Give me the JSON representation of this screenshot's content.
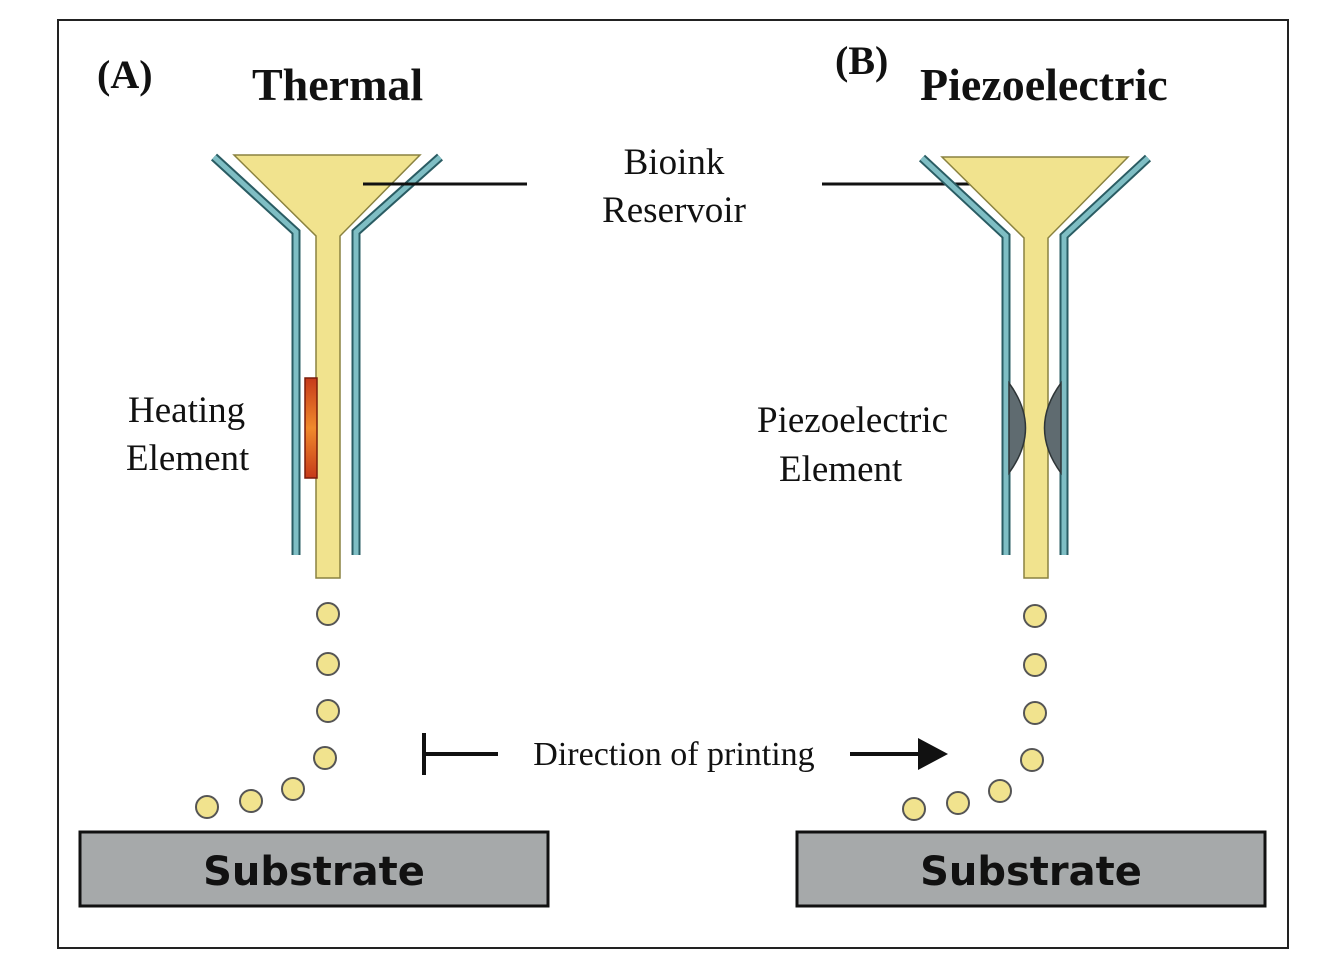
{
  "panels": [
    {
      "letter": "(A)",
      "title": "Thermal",
      "element_label_line1": "Heating",
      "element_label_line2": "Element",
      "substrate": "Substrate"
    },
    {
      "letter": "(B)",
      "title": "Piezoelectric",
      "element_label_line1": "Piezoelectric",
      "element_label_line2": "Element",
      "substrate": "Substrate"
    }
  ],
  "reservoir_label_line1": "Bioink",
  "reservoir_label_line2": "Reservoir",
  "direction_label": "Direction of printing",
  "colors": {
    "bioink": "#f1e38e",
    "nozzle_wall": "#5d9ea6",
    "heating_element": "#d9481f",
    "piezo_element": "#5f6b70",
    "substrate_fill": "#a6a9aa",
    "line": "#111111"
  }
}
